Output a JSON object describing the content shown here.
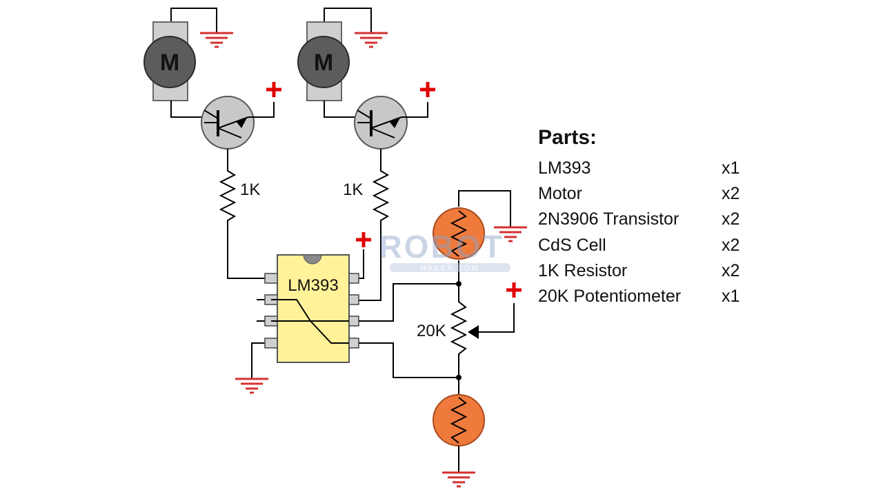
{
  "diagram": {
    "motors": [
      {
        "label": "M"
      },
      {
        "label": "M"
      }
    ],
    "resistors": [
      {
        "label": "1K"
      },
      {
        "label": "1K"
      }
    ],
    "ic": {
      "label": "LM393"
    },
    "potentiometer": {
      "label": "20K"
    },
    "watermark": {
      "text": "ROBOT",
      "subtext": "MAKER.COM"
    },
    "colors": {
      "motor_body": "#cfcfcf",
      "motor_circle": "#5c5c5c",
      "transistor": "#c8c8c8",
      "ic_body": "#fff299",
      "cds_cell": "#ee7a3c",
      "power_plus": "#e00000",
      "ground": "#d43030"
    }
  },
  "parts": {
    "title": "Parts:",
    "items": [
      {
        "name": "LM393",
        "qty": "x1"
      },
      {
        "name": "Motor",
        "qty": "x2"
      },
      {
        "name": "2N3906 Transistor",
        "qty": "x2"
      },
      {
        "name": "CdS Cell",
        "qty": "x2"
      },
      {
        "name": "1K Resistor",
        "qty": "x2"
      },
      {
        "name": "20K Potentiometer",
        "qty": "x1"
      }
    ]
  }
}
